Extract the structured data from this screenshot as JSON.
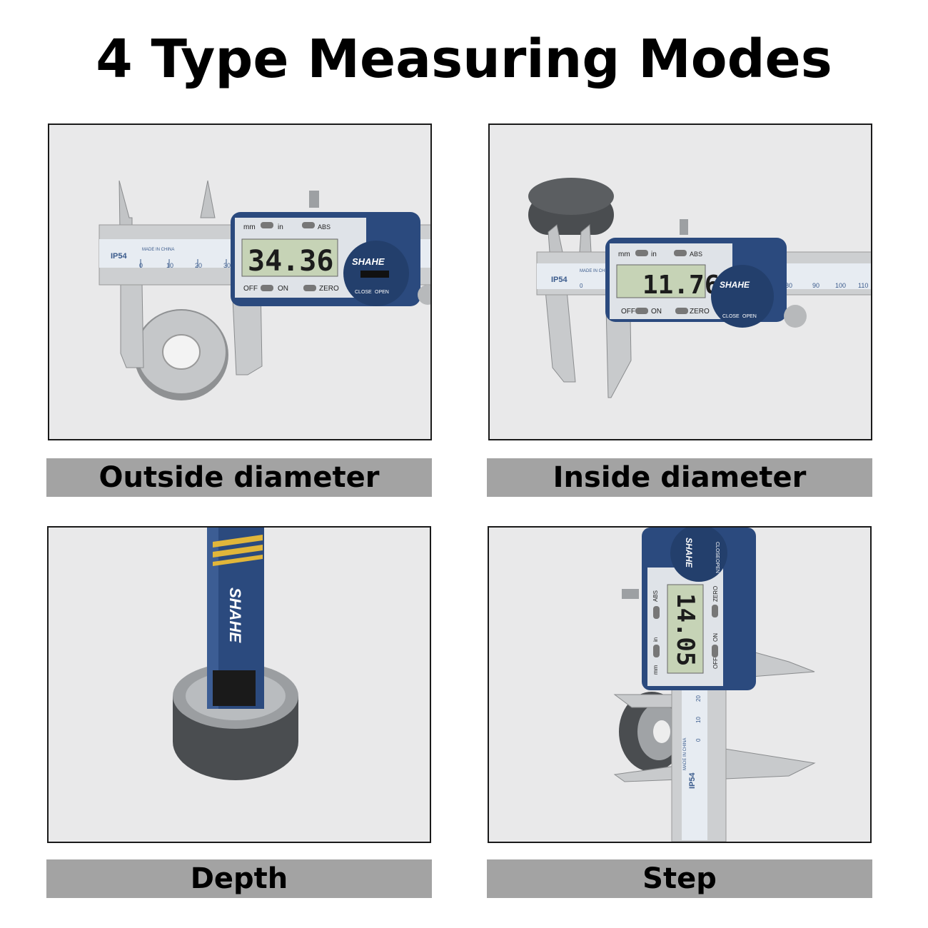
{
  "title": "4 Type Measuring Modes",
  "colors": {
    "caption_bg": "#a3a3a3",
    "caliper_blue": "#2b4a7e",
    "steel": "#c9cbcd",
    "lcd": "#c6d3b6",
    "photo_bg": "#e9e9ea",
    "stripe_yellow": "#e1b63a"
  },
  "brand": "SHAHE",
  "panels": [
    {
      "caption": "Outside diameter",
      "reading": "34.36",
      "labels": {
        "mm": "mm",
        "in": "in",
        "abs": "ABS",
        "off": "OFF",
        "on": "ON",
        "zero": "ZERO",
        "ip": "IP54",
        "made": "MADE IN CHINA",
        "close": "CLOSE",
        "open": "OPEN",
        "scale": [
          "0",
          "10",
          "20",
          "30"
        ]
      }
    },
    {
      "caption": "Inside diameter",
      "reading": "11.76",
      "labels": {
        "mm": "mm",
        "in": "in",
        "abs": "ABS",
        "off": "OFF",
        "on": "ON",
        "zero": "ZERO",
        "ip": "IP54",
        "made": "MADE IN CHINA",
        "close": "CLOSE",
        "open": "OPEN",
        "scale": [
          "0",
          "80",
          "90",
          "100",
          "110"
        ]
      }
    },
    {
      "caption": "Depth"
    },
    {
      "caption": "Step",
      "reading": "14.05",
      "labels": {
        "mm": "mm",
        "in": "in",
        "abs": "ABS",
        "off": "OFF",
        "on": "ON",
        "zero": "ZERO",
        "ip": "IP54",
        "made": "MADE IN CHINA",
        "close": "CLOSE",
        "open": "OPEN",
        "scale": [
          "0",
          "10",
          "20"
        ]
      }
    }
  ]
}
